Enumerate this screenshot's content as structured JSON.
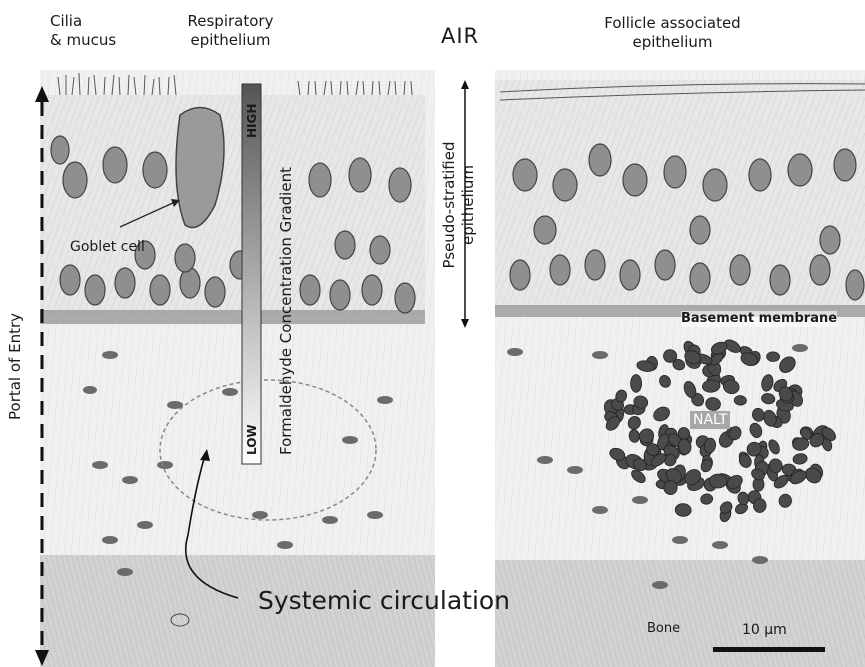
{
  "labels": {
    "cilia": [
      "Cilia",
      "& mucus"
    ],
    "respiratory": [
      "Respiratory",
      "epithelium"
    ],
    "air": "AIR",
    "follicle": [
      "Follicle associated",
      "epithelium"
    ],
    "goblet": "Goblet cell",
    "portal": "Portal of Entry",
    "high": "HIGH",
    "low": "LOW",
    "gradient": "Formaldehyde Concentration Gradient",
    "pseudo": [
      "Pseudo-stratified",
      "epithelium"
    ],
    "basement": "Basement membrane",
    "nalt": "NALT",
    "systemic": "Systemic circulation",
    "bone": "Bone",
    "scale": "10 μm"
  },
  "colors": {
    "gradient_high": "#555555",
    "gradient_low": "#ffffff",
    "cell_dark": "#4a4a4a",
    "tissue": "#d9d9d9"
  }
}
